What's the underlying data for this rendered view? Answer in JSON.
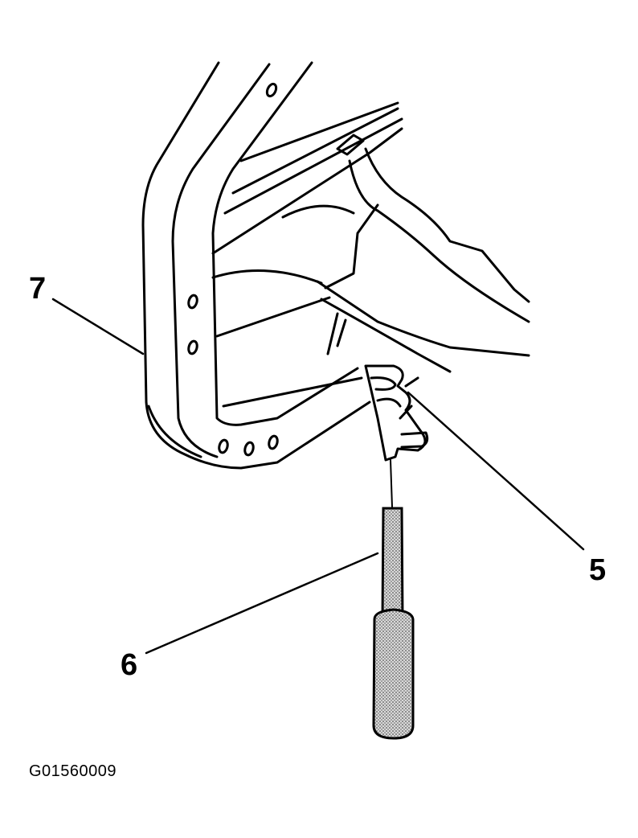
{
  "figure_id": "G01560009",
  "callouts": [
    {
      "number": "7",
      "refers_to": "frame"
    },
    {
      "number": "5",
      "refers_to": "clip"
    },
    {
      "number": "6",
      "refers_to": "tool"
    }
  ],
  "colors": {
    "ink": "#000000",
    "paper": "#ffffff",
    "stipple": "#b8b8b8"
  }
}
